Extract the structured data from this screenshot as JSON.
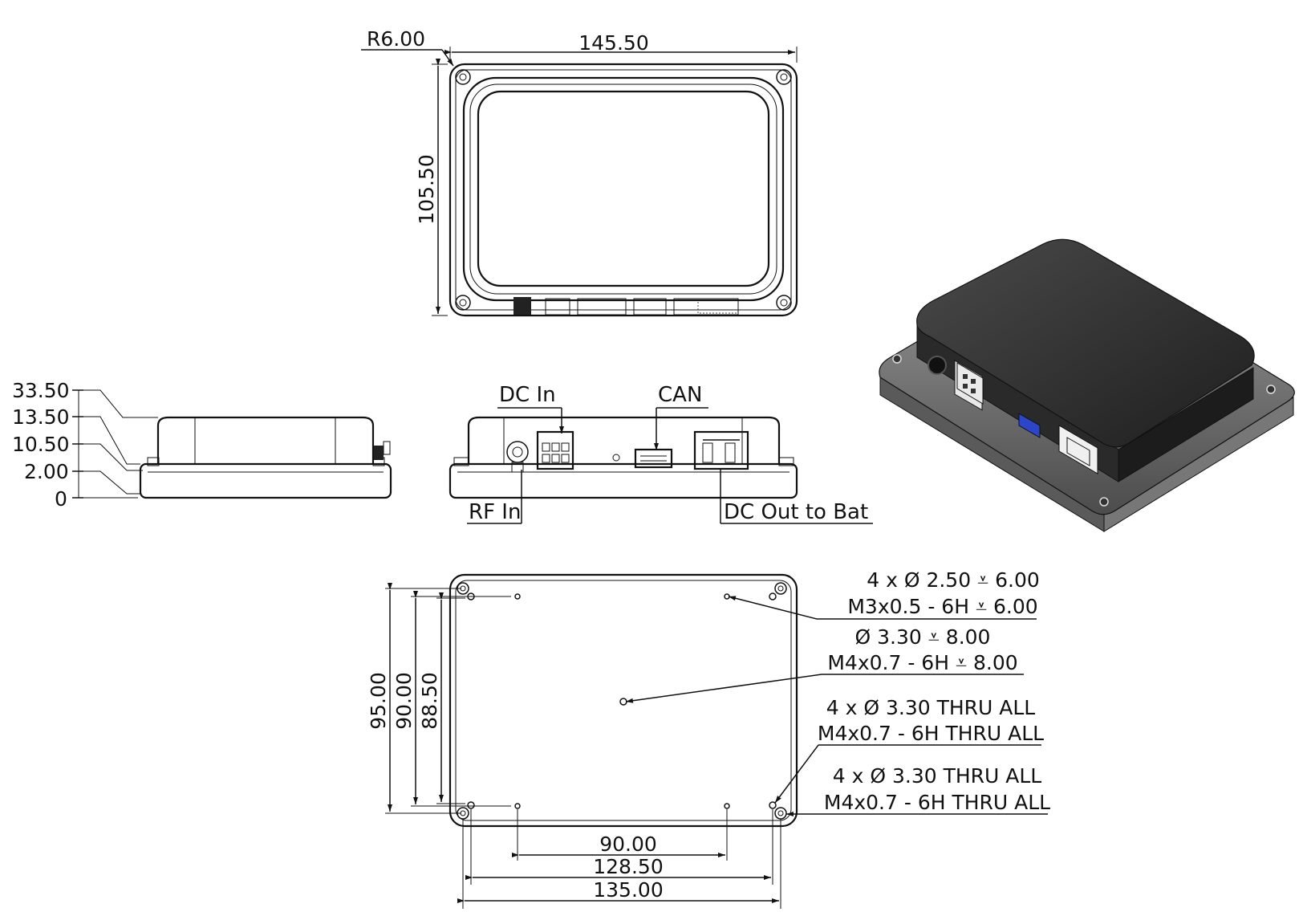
{
  "top_view": {
    "radius": "R6.00",
    "width": "145.50",
    "height": "105.50"
  },
  "side_view": {
    "heights": [
      "33.50",
      "13.50",
      "10.50",
      "2.00",
      "0"
    ]
  },
  "front_view": {
    "dc_in": "DC In",
    "can": "CAN",
    "rf_in": "RF In",
    "dc_out": "DC Out to Bat"
  },
  "bottom_view": {
    "callout_1_line1": "4 x Ø 2.50 ⩡ 6.00",
    "callout_1_line2": "M3x0.5 - 6H ⩡ 6.00",
    "callout_2_line1": "Ø 3.30 ⩡ 8.00",
    "callout_2_line2": "M4x0.7 - 6H ⩡ 8.00",
    "callout_3_line1": "4 x Ø 3.30 THRU ALL",
    "callout_3_line2": "M4x0.7 - 6H THRU ALL",
    "callout_4_line1": "4 x Ø 3.30 THRU ALL",
    "callout_4_line2": "M4x0.7 - 6H THRU ALL",
    "vertical_dims": [
      "95.00",
      "90.00",
      "88.50"
    ],
    "horizontal_dims": [
      "90.00",
      "128.50",
      "135.00"
    ]
  }
}
